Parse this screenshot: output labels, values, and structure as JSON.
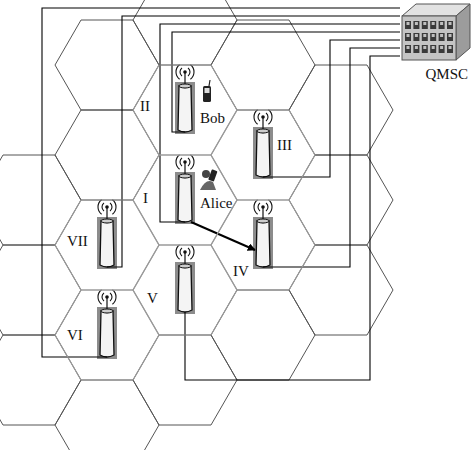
{
  "diagram": {
    "nodes": [
      {
        "text": [
          "I"
        ]
      },
      {
        "text": [
          "II"
        ]
      },
      {
        "text": [
          "III"
        ]
      },
      {
        "text": [
          "IV"
        ]
      },
      {
        "text": [
          "V"
        ]
      },
      {
        "text": [
          "VI"
        ]
      },
      {
        "text": [
          "VII"
        ]
      },
      {
        "text": [
          "QMSC"
        ]
      }
    ],
    "edges": [
      {
        "from": 0,
        "to": 3,
        "arrow": "to"
      },
      {
        "from": 0,
        "to": 7,
        "arrow": "none"
      },
      {
        "from": 1,
        "to": 7,
        "arrow": "none"
      },
      {
        "from": 2,
        "to": 7,
        "arrow": "none"
      },
      {
        "from": 3,
        "to": 7,
        "arrow": "none"
      },
      {
        "from": 4,
        "to": 7,
        "arrow": "none"
      },
      {
        "from": 5,
        "to": 7,
        "arrow": "none"
      },
      {
        "from": 6,
        "to": 7,
        "arrow": "none"
      }
    ],
    "labels": [
      "Bob",
      "Alice"
    ]
  }
}
